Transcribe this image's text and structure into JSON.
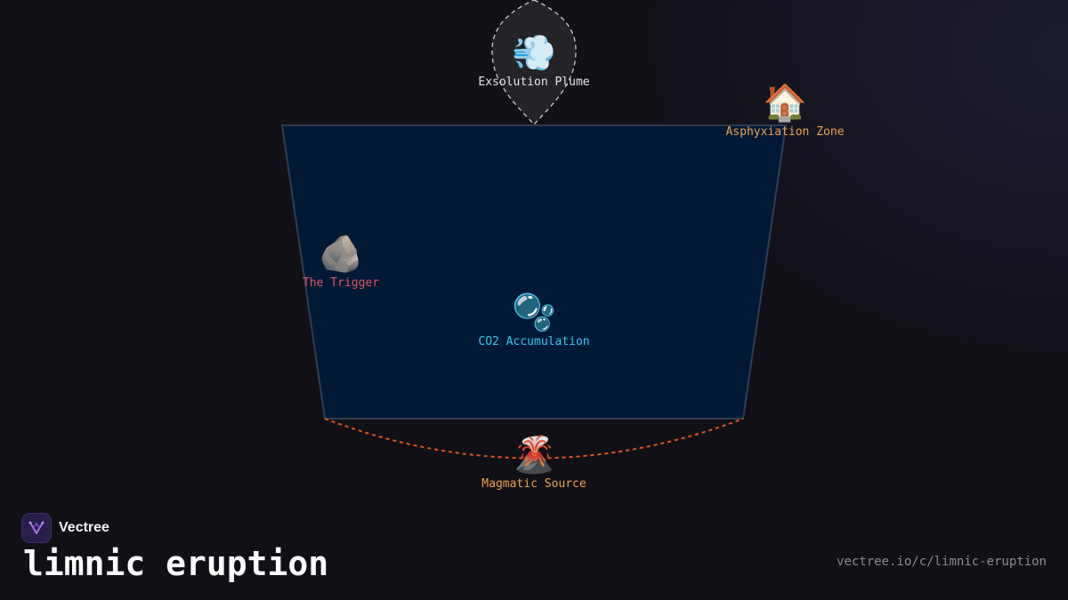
{
  "brand": {
    "name": "Vectree"
  },
  "title": "limnic eruption",
  "footer_url": "vectree.io/c/limnic-eruption",
  "nodes": {
    "plume": {
      "icon": "💨",
      "icon_name": "dash-symbol-icon",
      "label": "Exsolution Plume",
      "color": "#e6e6e6"
    },
    "zone": {
      "icon": "🏠",
      "icon_name": "house-icon",
      "label": "Asphyxiation Zone",
      "color": "#f0a050"
    },
    "trigger": {
      "icon": "🪨",
      "icon_name": "rock-icon",
      "label": "The Trigger",
      "color": "#e0556a"
    },
    "co2": {
      "icon": "🫧",
      "icon_name": "bubbles-icon",
      "label": "CO2 Accumulation",
      "color": "#38c8f0"
    },
    "magma": {
      "icon": "🌋",
      "icon_name": "volcano-icon",
      "label": "Magmatic Source",
      "color": "#f0a050"
    }
  },
  "colors": {
    "lake_fill": "#001a36",
    "lake_stroke": "#2e3d52",
    "magma_line": "#e8541e",
    "plume_fill": "#242428",
    "plume_stroke": "#d8d8d8",
    "brand_accent": "#9b5de5"
  }
}
